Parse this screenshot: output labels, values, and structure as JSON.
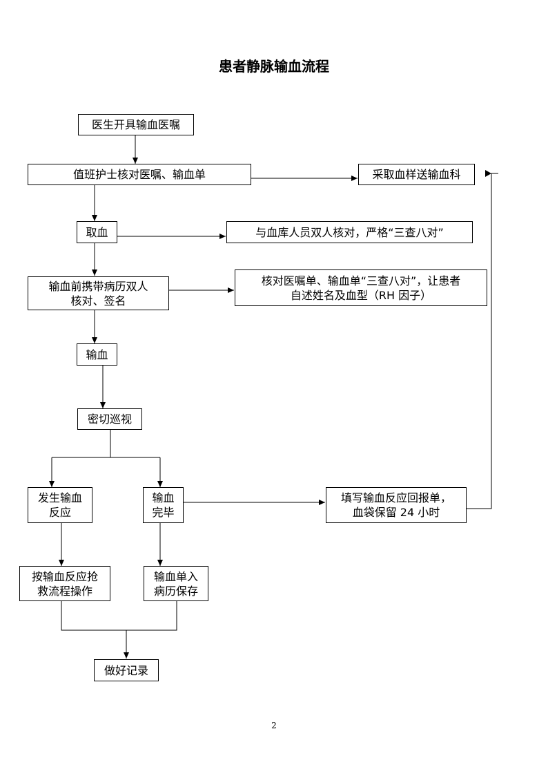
{
  "title": "患者静脉输血流程",
  "page_number": "2",
  "nodes": {
    "doctor_order": "医生开具输血医嘱",
    "nurse_check": "值班护士核对医嘱、输血单",
    "blood_sample": "采取血样送输血科",
    "fetch_blood": "取血",
    "double_check_bank": "与血库人员双人核对，严格“三查八对”",
    "pre_check_line1": "输血前携带病历双人",
    "pre_check_line2": "核对、签名",
    "verify_line1": "核对医嘱单、输血单“三查八对”，让患者",
    "verify_line2": "自述姓名及血型（RH 因子）",
    "transfuse": "输血",
    "monitor": "密切巡视",
    "reaction_line1": "发生输血",
    "reaction_line2": "反应",
    "complete_line1": "输血",
    "complete_line2": "完毕",
    "report_line1": "填写输血反应回报单，",
    "report_line2": "血袋保留 24 小时",
    "rescue_line1": "按输血反应抢",
    "rescue_line2": "救流程操作",
    "archive_line1": "输血单入",
    "archive_line2": "病历保存",
    "record": "做好记录"
  }
}
